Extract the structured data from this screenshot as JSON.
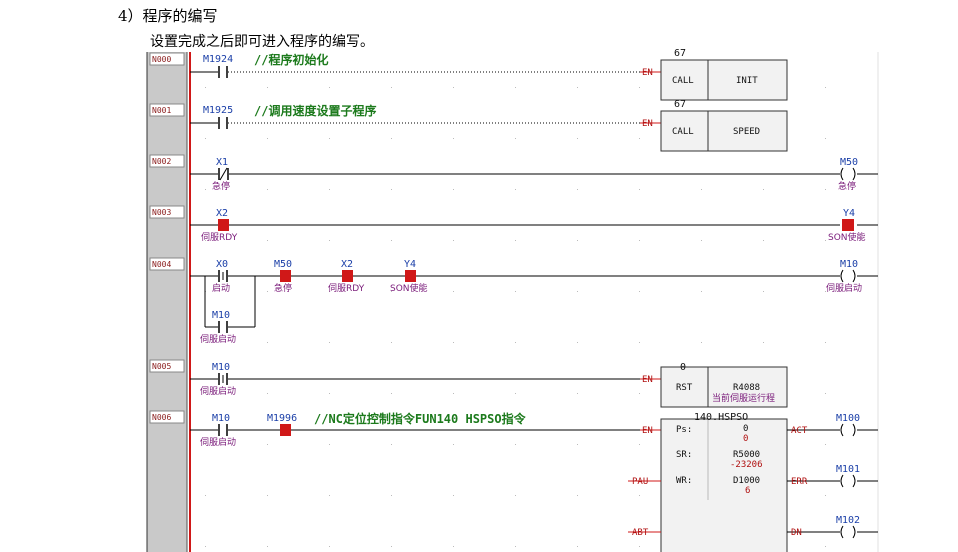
{
  "doc": {
    "heading": "4）程序的编写",
    "subheading": "设置完成之后即可进入程序的编写。"
  },
  "rungs": [
    {
      "no": "N000",
      "contact": "M1924",
      "comment": "//程序初始化",
      "box_op": "CALL",
      "box_arg": "INIT",
      "box_num": "67",
      "en": "EN"
    },
    {
      "no": "N001",
      "contact": "M1925",
      "comment": "//调用速度设置子程序",
      "box_op": "CALL",
      "box_arg": "SPEED",
      "box_num": "67",
      "en": "EN"
    },
    {
      "no": "N002",
      "contact": "X1",
      "contact_note": "急停",
      "coil": "M50",
      "coil_note": "急停"
    },
    {
      "no": "N003",
      "contact": "X2",
      "contact_note": "伺服RDY",
      "coil": "Y4",
      "coil_note": "SON使能"
    },
    {
      "no": "N004",
      "contacts": [
        {
          "name": "X0",
          "note": "启动"
        },
        {
          "name": "M50",
          "note": "急停"
        },
        {
          "name": "X2",
          "note": "伺服RDY"
        },
        {
          "name": "Y4",
          "note": "SON使能"
        }
      ],
      "branch": {
        "name": "M10",
        "note": "伺服启动"
      },
      "coil": "M10",
      "coil_note": "伺服启动"
    },
    {
      "no": "N005",
      "contact": "M10",
      "contact_note": "伺服启动",
      "box_op": "RST",
      "box_arg": "R4088",
      "box_note": "当前伺服运行程",
      "box_num": "0",
      "en": "EN"
    },
    {
      "no": "N006",
      "contact": "M10",
      "contact_note": "伺服启动",
      "contact2": "M1996",
      "comment": "//NC定位控制指令FUN140 HSPSO指令",
      "box_title": "140.HSPSO",
      "en": "EN",
      "params": [
        {
          "key": "Ps:",
          "v1": "0",
          "v2": "0"
        },
        {
          "key": "SR:",
          "v1": "R5000",
          "v2": "-23206"
        },
        {
          "key": "WR:",
          "v1": "D1000",
          "v2": "6"
        }
      ],
      "side_in": [
        "PAU",
        "ABT"
      ],
      "side_out": [
        "ACT",
        "ERR",
        "DN"
      ],
      "outputs": [
        "M100",
        "M101",
        "M102"
      ]
    }
  ]
}
